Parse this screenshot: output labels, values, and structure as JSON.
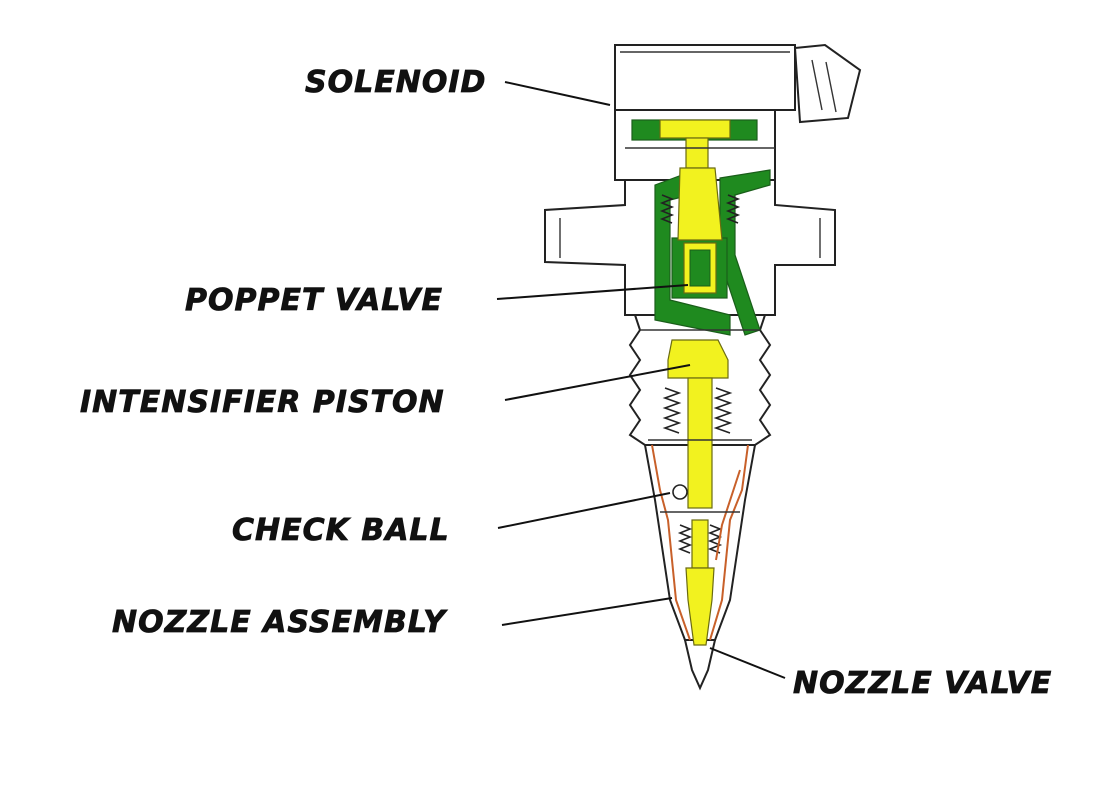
{
  "labels": {
    "solenoid": "SOLENOID",
    "poppet_valve": "POPPET VALVE",
    "intensifier_piston": "INTENSIFIER PISTON",
    "check_ball": "CHECK BALL",
    "nozzle_assembly": "NOZZLE ASSEMBLY",
    "nozzle_valve": "NOZZLE VALVE"
  },
  "colors": {
    "oil_passage": "#1f8a1f",
    "moving_parts": "#f2f21f",
    "fuel_passage": "#c8602a",
    "outline": "#222222"
  }
}
